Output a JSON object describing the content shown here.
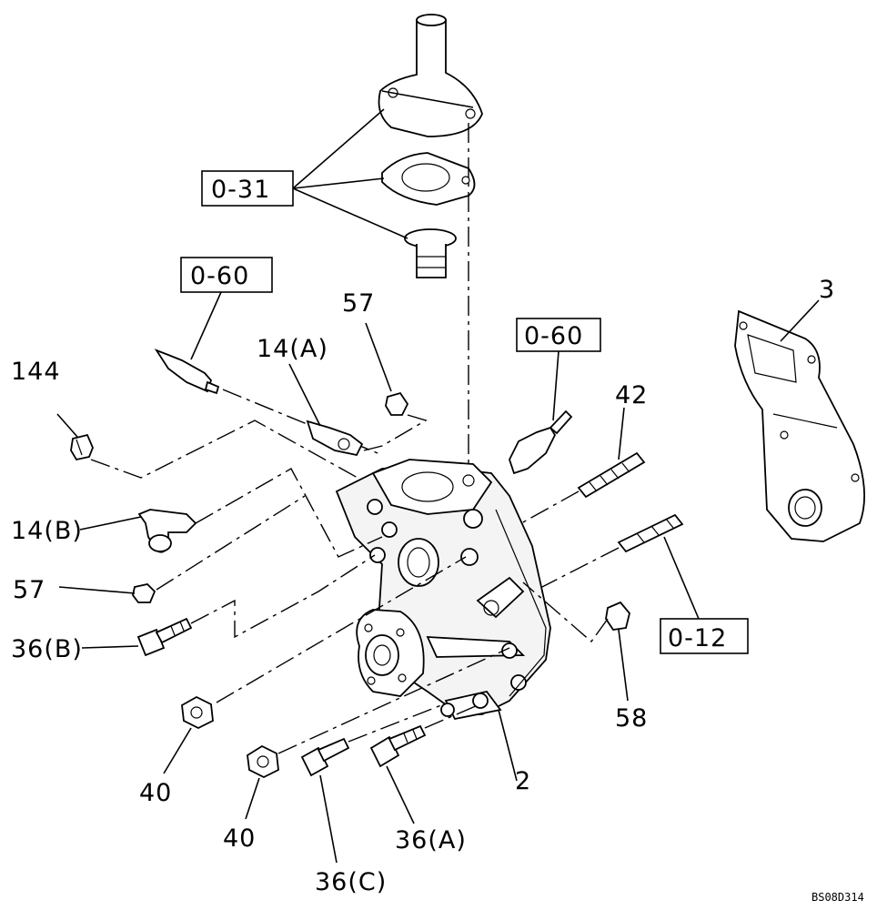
{
  "reference_boxes": {
    "thermostat_ref": "0-31",
    "sensor_left_ref": "0-60",
    "sensor_right_ref": "0-60",
    "stud_ref": "0-12"
  },
  "part_labels": {
    "p3": "3",
    "p57_top": "57",
    "p14a": "14(A)",
    "p144": "144",
    "p42": "42",
    "p14b": "14(B)",
    "p57_left": "57",
    "p36b": "36(B)",
    "p58": "58",
    "p40_a": "40",
    "p2": "2",
    "p40_b": "40",
    "p36a": "36(A)",
    "p36c": "36(C)"
  },
  "drawing_code": "BS08D314"
}
